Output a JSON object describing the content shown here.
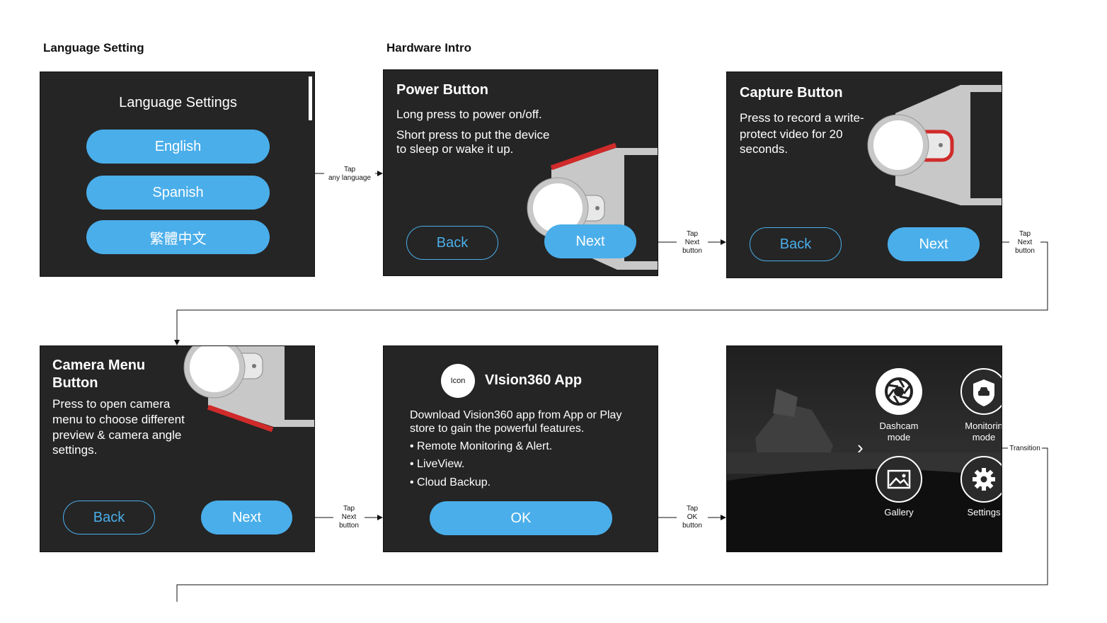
{
  "sections": {
    "language": "Language Setting",
    "hardware": "Hardware Intro"
  },
  "language_screen": {
    "title": "Language Settings",
    "options": [
      "English",
      "Spanish",
      "繁體中文"
    ]
  },
  "power_screen": {
    "title": "Power Button",
    "line1": "Long press to power on/off.",
    "line2a": "Short press to put the device",
    "line2b": "to sleep or wake it up.",
    "back": "Back",
    "next": "Next"
  },
  "capture_screen": {
    "title": "Capture Button",
    "line1": "Press to record a write-",
    "line2": "protect video for 20",
    "line3": "seconds.",
    "back": "Back",
    "next": "Next"
  },
  "camera_menu_screen": {
    "title1": "Camera Menu",
    "title2": "Button",
    "line1": "Press to open camera",
    "line2": "menu to choose different",
    "line3": "preview & camera angle",
    "line4": "settings.",
    "back": "Back",
    "next": "Next"
  },
  "app_screen": {
    "icon_label": "Icon",
    "title": "VIsion360 App",
    "desc1": "Download Vision360 app from App or Play",
    "desc2": "store to gain the powerful features.",
    "bullets": [
      "Remote Monitoring & Alert.",
      "LiveView.",
      "Cloud Backup."
    ],
    "ok": "OK"
  },
  "home_screen": {
    "modes": {
      "dashcam": [
        "Dashcam",
        "mode"
      ],
      "monitoring": [
        "Monitorin",
        "mode"
      ],
      "gallery": "Gallery",
      "settings": "Settings"
    }
  },
  "arrows": {
    "a1": [
      "Tap",
      "any language"
    ],
    "a2": [
      "Tap",
      "Next",
      "button"
    ],
    "a3": [
      "Tap",
      "Next",
      "button"
    ],
    "a4": [
      "Tap",
      "Next",
      "button"
    ],
    "a5": [
      "Tap",
      "OK",
      "button"
    ],
    "a6": "Transition"
  },
  "colors": {
    "screen_bg": "#252525",
    "accent_blue": "#4aaeea",
    "device_gray": "#c8c8c8",
    "highlight_red": "#d02a2a"
  }
}
